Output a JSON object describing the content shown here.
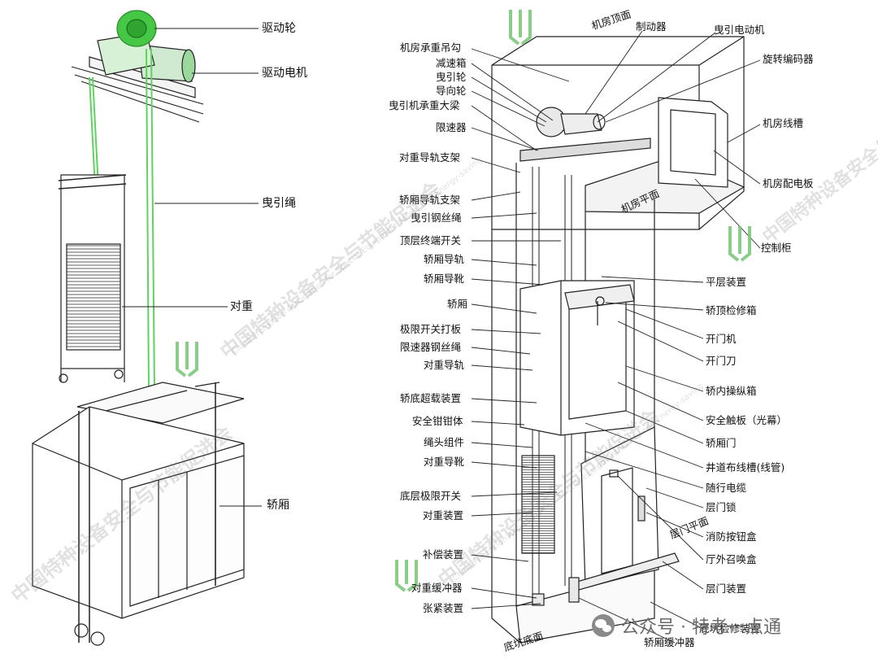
{
  "left_labels": {
    "drive_sheave": "驱动轮",
    "drive_motor": "驱动电机",
    "traction_rope": "曳引绳",
    "counterweight": "对重",
    "car": "轿厢"
  },
  "right_labels": {
    "machine_room_top": "机房顶面",
    "brake": "制动器",
    "traction_motor": "曳引电动机",
    "rotary_encoder": "旋转编码器",
    "machine_room_duct": "机房线槽",
    "machine_room_panel": "机房配电板",
    "control_cabinet": "控制柜",
    "machine_room_floor": "机房平面",
    "leveling_device": "平层装置",
    "car_top_inspection_box": "轿顶检修箱",
    "door_operator": "开门机",
    "door_knife": "开门刀",
    "car_operating_panel": "轿内操纵箱",
    "safety_edge": "安全触板（光幕）",
    "car_door": "轿厢门",
    "hoistway_wiring_duct": "井道布线槽(线管)",
    "traveling_cable": "随行电缆",
    "landing_door_lock": "层门锁",
    "fire_button_box": "消防按钮盒",
    "hall_call_box": "厅外召唤盒",
    "landing_door_device": "层门装置",
    "pit_ladder": "底坑检修装置",
    "car_buffer": "轿厢缓冲器",
    "landing_floor": "层门平面",
    "pit_bottom": "底坑底面",
    "machine_room_lifting_hook": "机房承重吊勾",
    "reducer": "减速箱",
    "traction_sheave": "曳引轮",
    "deflector_sheave": "导向轮",
    "traction_machine_beam": "曳引机承重大梁",
    "speed_governor": "限速器",
    "cw_guide_rail_bracket": "对重导轨支架",
    "car_guide_rail_bracket": "轿厢导轨支架",
    "traction_wire_rope": "曳引钢丝绳",
    "top_terminal_switch": "顶层终端开关",
    "car_guide_rail": "轿厢导轨",
    "car_guide_shoe": "轿厢导靴",
    "car": "轿厢",
    "limit_switch_cam": "极限开关打板",
    "governor_rope": "限速器钢丝绳",
    "cw_guide_rail": "对重导轨",
    "car_overload_device": "轿底超载装置",
    "safety_gear": "安全钳钳体",
    "rope_head_assembly": "绳头组件",
    "cw_guide_shoe": "对重导靴",
    "bottom_limit_switch": "底层极限开关",
    "counterweight_device": "对重装置",
    "compensation_device": "补偿装置",
    "cw_buffer": "对重缓冲器",
    "tensioning_device": "张紧装置"
  },
  "watermark": {
    "cn": "中国特种设备安全与节能促进会",
    "en": "China Promotion Association for Special Equipment Safety and Energy-saving"
  },
  "footer": {
    "account": "公众号 · 特考一点通"
  },
  "colors": {
    "accent_green": "#3fd23f",
    "logo_green": "#7cc87c",
    "line": "#222222"
  }
}
